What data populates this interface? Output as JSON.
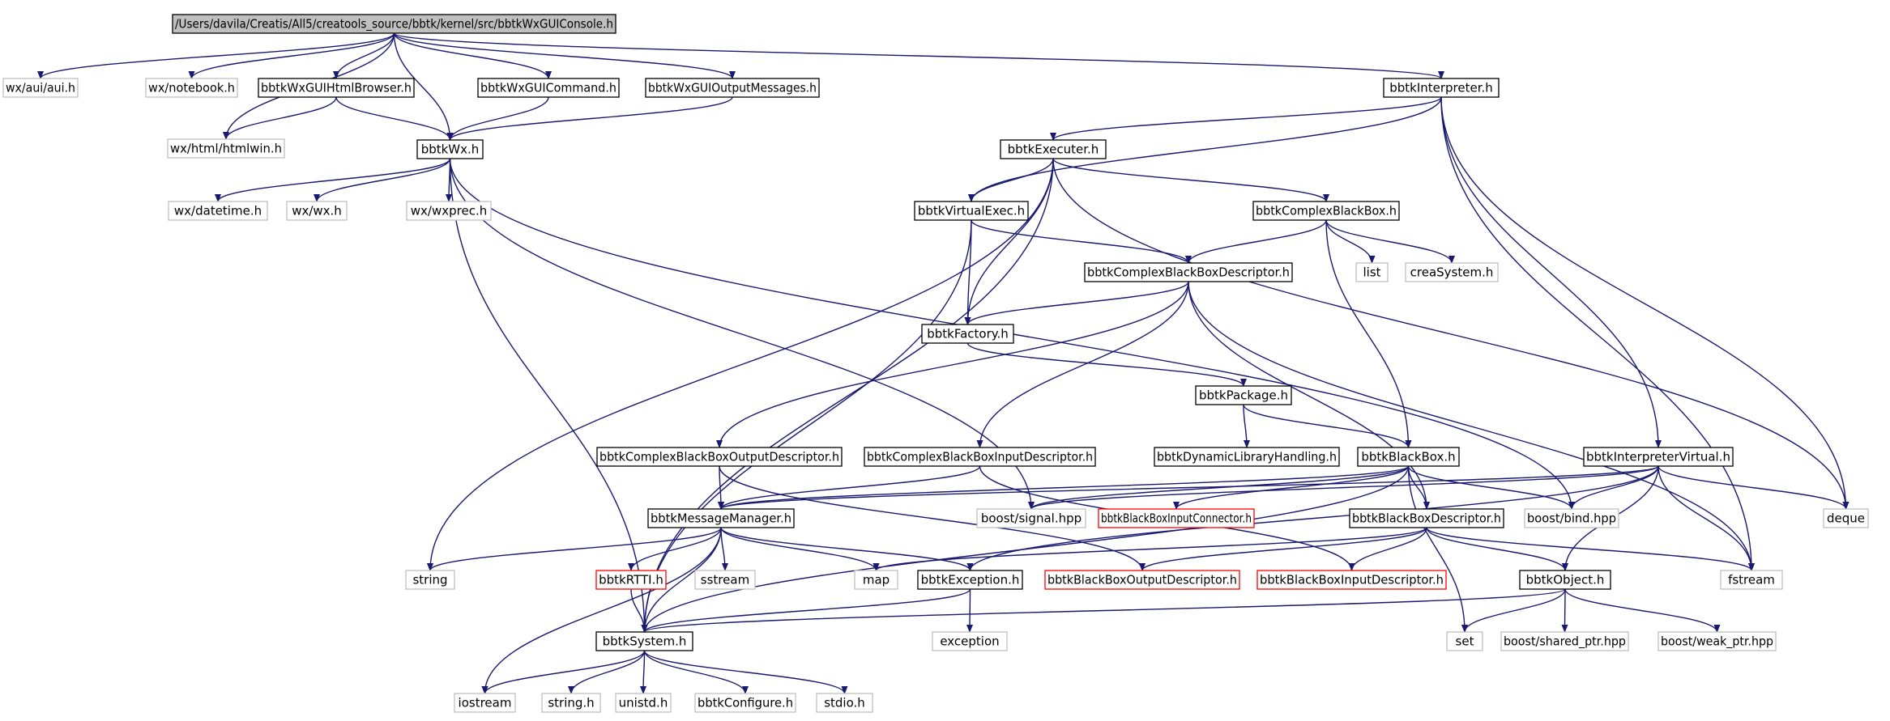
{
  "diagram_data": {
    "type": "include-dependency-graph",
    "colors": {
      "edge": "#191970",
      "root_fill": "#bfbfbf",
      "solid_border": "#000000",
      "system_border": "#bfbfbf",
      "truncated_border": "#ff0000",
      "text": "#000000"
    },
    "nodes": [
      {
        "id": "root",
        "label": "/Users/davila/Creatis/All5/creatools_source/bbtk/kernel/src/bbtkWxGUIConsole.h",
        "kind": "root"
      },
      {
        "id": "wx_aui",
        "label": "wx/aui/aui.h",
        "kind": "system"
      },
      {
        "id": "wx_htmlwin",
        "label": "wx/html/htmlwin.h",
        "kind": "system"
      },
      {
        "id": "wx_notebook",
        "label": "wx/notebook.h",
        "kind": "system"
      },
      {
        "id": "htmlbrowser",
        "label": "bbtkWxGUIHtmlBrowser.h",
        "kind": "local"
      },
      {
        "id": "bbtkwx",
        "label": "bbtkWx.h",
        "kind": "local"
      },
      {
        "id": "guicommand",
        "label": "bbtkWxGUICommand.h",
        "kind": "local"
      },
      {
        "id": "guioutput",
        "label": "bbtkWxGUIOutputMessages.h",
        "kind": "local"
      },
      {
        "id": "interpreter",
        "label": "bbtkInterpreter.h",
        "kind": "local"
      },
      {
        "id": "wx_datetime",
        "label": "wx/datetime.h",
        "kind": "system"
      },
      {
        "id": "wx_wx",
        "label": "wx/wx.h",
        "kind": "system"
      },
      {
        "id": "wx_wxprec",
        "label": "wx/wxprec.h",
        "kind": "system"
      },
      {
        "id": "executer",
        "label": "bbtkExecuter.h",
        "kind": "local"
      },
      {
        "id": "virtualexec",
        "label": "bbtkVirtualExec.h",
        "kind": "local"
      },
      {
        "id": "complexbb",
        "label": "bbtkComplexBlackBox.h",
        "kind": "local"
      },
      {
        "id": "list",
        "label": "list",
        "kind": "system"
      },
      {
        "id": "creasystem",
        "label": "creaSystem.h",
        "kind": "system"
      },
      {
        "id": "complexbbdesc",
        "label": "bbtkComplexBlackBoxDescriptor.h",
        "kind": "local"
      },
      {
        "id": "factory",
        "label": "bbtkFactory.h",
        "kind": "local"
      },
      {
        "id": "package",
        "label": "bbtkPackage.h",
        "kind": "local"
      },
      {
        "id": "cbboutdesc",
        "label": "bbtkComplexBlackBoxOutputDescriptor.h",
        "kind": "local"
      },
      {
        "id": "cbbindesc",
        "label": "bbtkComplexBlackBoxInputDescriptor.h",
        "kind": "local"
      },
      {
        "id": "dynlib",
        "label": "bbtkDynamicLibraryHandling.h",
        "kind": "local"
      },
      {
        "id": "blackbox",
        "label": "bbtkBlackBox.h",
        "kind": "local"
      },
      {
        "id": "interpvirtual",
        "label": "bbtkInterpreterVirtual.h",
        "kind": "local"
      },
      {
        "id": "msgmanager",
        "label": "bbtkMessageManager.h",
        "kind": "local"
      },
      {
        "id": "boost_signal",
        "label": "boost/signal.hpp",
        "kind": "system"
      },
      {
        "id": "bbinconnector",
        "label": "bbtkBlackBoxInputConnector.h",
        "kind": "truncated"
      },
      {
        "id": "bbdesc",
        "label": "bbtkBlackBoxDescriptor.h",
        "kind": "local"
      },
      {
        "id": "boost_bind",
        "label": "boost/bind.hpp",
        "kind": "system"
      },
      {
        "id": "deque",
        "label": "deque",
        "kind": "system"
      },
      {
        "id": "string",
        "label": "string",
        "kind": "system"
      },
      {
        "id": "rtti",
        "label": "bbtkRTTI.h",
        "kind": "truncated"
      },
      {
        "id": "sstream",
        "label": "sstream",
        "kind": "system"
      },
      {
        "id": "map",
        "label": "map",
        "kind": "system"
      },
      {
        "id": "exception_h",
        "label": "bbtkException.h",
        "kind": "local"
      },
      {
        "id": "bboutdesc",
        "label": "bbtkBlackBoxOutputDescriptor.h",
        "kind": "truncated"
      },
      {
        "id": "bbindesc",
        "label": "bbtkBlackBoxInputDescriptor.h",
        "kind": "truncated"
      },
      {
        "id": "object",
        "label": "bbtkObject.h",
        "kind": "local"
      },
      {
        "id": "fstream",
        "label": "fstream",
        "kind": "system"
      },
      {
        "id": "system",
        "label": "bbtkSystem.h",
        "kind": "local"
      },
      {
        "id": "exception",
        "label": "exception",
        "kind": "system"
      },
      {
        "id": "set",
        "label": "set",
        "kind": "system"
      },
      {
        "id": "shared_ptr",
        "label": "boost/shared_ptr.hpp",
        "kind": "system"
      },
      {
        "id": "weak_ptr",
        "label": "boost/weak_ptr.hpp",
        "kind": "system"
      },
      {
        "id": "iostream",
        "label": "iostream",
        "kind": "system"
      },
      {
        "id": "string_h",
        "label": "string.h",
        "kind": "system"
      },
      {
        "id": "unistd",
        "label": "unistd.h",
        "kind": "system"
      },
      {
        "id": "configure",
        "label": "bbtkConfigure.h",
        "kind": "system"
      },
      {
        "id": "stdio",
        "label": "stdio.h",
        "kind": "system"
      }
    ],
    "edges": [
      [
        "root",
        "wx_aui"
      ],
      [
        "root",
        "wx_htmlwin"
      ],
      [
        "root",
        "wx_notebook"
      ],
      [
        "root",
        "htmlbrowser"
      ],
      [
        "root",
        "bbtkwx"
      ],
      [
        "root",
        "guicommand"
      ],
      [
        "root",
        "guioutput"
      ],
      [
        "root",
        "interpreter"
      ],
      [
        "htmlbrowser",
        "wx_htmlwin"
      ],
      [
        "htmlbrowser",
        "bbtkwx"
      ],
      [
        "guicommand",
        "bbtkwx"
      ],
      [
        "guioutput",
        "bbtkwx"
      ],
      [
        "bbtkwx",
        "wx_datetime"
      ],
      [
        "bbtkwx",
        "wx_wx"
      ],
      [
        "bbtkwx",
        "wx_wxprec"
      ],
      [
        "bbtkwx",
        "system"
      ],
      [
        "bbtkwx",
        "boost_signal"
      ],
      [
        "bbtkwx",
        "boost_bind"
      ],
      [
        "interpreter",
        "executer"
      ],
      [
        "interpreter",
        "virtualexec"
      ],
      [
        "interpreter",
        "interpvirtual"
      ],
      [
        "interpreter",
        "deque"
      ],
      [
        "interpreter",
        "fstream"
      ],
      [
        "executer",
        "virtualexec"
      ],
      [
        "executer",
        "complexbb"
      ],
      [
        "executer",
        "factory"
      ],
      [
        "executer",
        "string"
      ],
      [
        "executer",
        "system"
      ],
      [
        "executer",
        "deque"
      ],
      [
        "virtualexec",
        "factory"
      ],
      [
        "virtualexec",
        "complexbbdesc"
      ],
      [
        "virtualexec",
        "system"
      ],
      [
        "complexbb",
        "complexbbdesc"
      ],
      [
        "complexbb",
        "list"
      ],
      [
        "complexbb",
        "creasystem"
      ],
      [
        "complexbb",
        "blackbox"
      ],
      [
        "complexbbdesc",
        "factory"
      ],
      [
        "complexbbdesc",
        "cbboutdesc"
      ],
      [
        "complexbbdesc",
        "cbbindesc"
      ],
      [
        "complexbbdesc",
        "bbdesc"
      ],
      [
        "complexbbdesc",
        "fstream"
      ],
      [
        "factory",
        "package"
      ],
      [
        "package",
        "dynlib"
      ],
      [
        "package",
        "blackbox"
      ],
      [
        "cbboutdesc",
        "msgmanager"
      ],
      [
        "cbboutdesc",
        "bboutdesc"
      ],
      [
        "cbbindesc",
        "msgmanager"
      ],
      [
        "cbbindesc",
        "bbindesc"
      ],
      [
        "blackbox",
        "msgmanager"
      ],
      [
        "blackbox",
        "boost_signal"
      ],
      [
        "blackbox",
        "bbinconnector"
      ],
      [
        "blackbox",
        "bbdesc"
      ],
      [
        "blackbox",
        "boost_bind"
      ],
      [
        "blackbox",
        "set"
      ],
      [
        "blackbox",
        "system"
      ],
      [
        "interpvirtual",
        "msgmanager"
      ],
      [
        "interpvirtual",
        "boost_signal"
      ],
      [
        "interpvirtual",
        "boost_bind"
      ],
      [
        "interpvirtual",
        "deque"
      ],
      [
        "interpvirtual",
        "fstream"
      ],
      [
        "interpvirtual",
        "exception_h"
      ],
      [
        "interpvirtual",
        "object"
      ],
      [
        "msgmanager",
        "string"
      ],
      [
        "msgmanager",
        "rtti"
      ],
      [
        "msgmanager",
        "sstream"
      ],
      [
        "msgmanager",
        "map"
      ],
      [
        "msgmanager",
        "exception_h"
      ],
      [
        "msgmanager",
        "system"
      ],
      [
        "msgmanager",
        "iostream"
      ],
      [
        "bbdesc",
        "map"
      ],
      [
        "bbdesc",
        "bboutdesc"
      ],
      [
        "bbdesc",
        "bbindesc"
      ],
      [
        "bbdesc",
        "object"
      ],
      [
        "bbdesc",
        "fstream"
      ],
      [
        "rtti",
        "system"
      ],
      [
        "exception_h",
        "system"
      ],
      [
        "exception_h",
        "exception"
      ],
      [
        "object",
        "system"
      ],
      [
        "object",
        "set"
      ],
      [
        "object",
        "shared_ptr"
      ],
      [
        "object",
        "weak_ptr"
      ],
      [
        "system",
        "iostream"
      ],
      [
        "system",
        "string_h"
      ],
      [
        "system",
        "unistd"
      ],
      [
        "system",
        "configure"
      ],
      [
        "system",
        "stdio"
      ]
    ]
  }
}
